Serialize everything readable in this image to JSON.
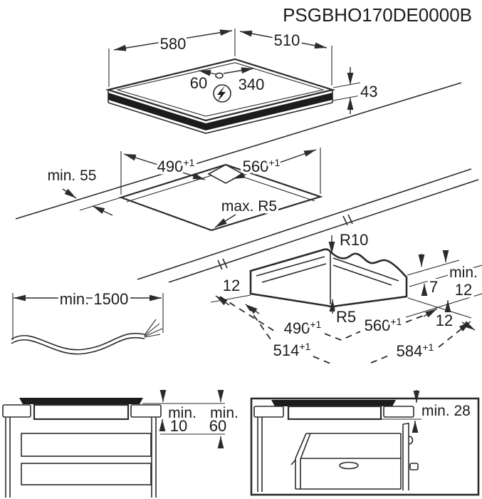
{
  "title": "PSGBHO170DE0000B",
  "hob_view": {
    "width": "580",
    "depth": "510",
    "cable_offset_left": "60",
    "cable_offset_right": "340",
    "height": "43",
    "power_icon": "lightning-bolt-circle"
  },
  "cutout_view": {
    "wall_distance": "min. 55",
    "depth": {
      "value": "490",
      "tol": "+1"
    },
    "width": {
      "value": "560",
      "tol": "+1"
    },
    "corner_radius": "max. R5"
  },
  "flush_view": {
    "outer_radius": "R10",
    "inner_radius": "R5",
    "ledge_left": "12",
    "step_height": "7",
    "edge_min_label": "min.",
    "edge_min_value": "12",
    "ledge_right": "12",
    "recess_depth": {
      "value": "490",
      "tol": "+1"
    },
    "recess_width": {
      "value": "560",
      "tol": "+1"
    },
    "outer_depth": {
      "value": "514",
      "tol": "+1"
    },
    "outer_width": {
      "value": "584",
      "tol": "+1"
    }
  },
  "cable_view": {
    "length": "min. 1500"
  },
  "drawer_view": {
    "min_a_label": "min.",
    "min_a_value": "10",
    "min_b_label": "min.",
    "min_b_value": "60"
  },
  "oven_view": {
    "clearance": "min. 28"
  }
}
